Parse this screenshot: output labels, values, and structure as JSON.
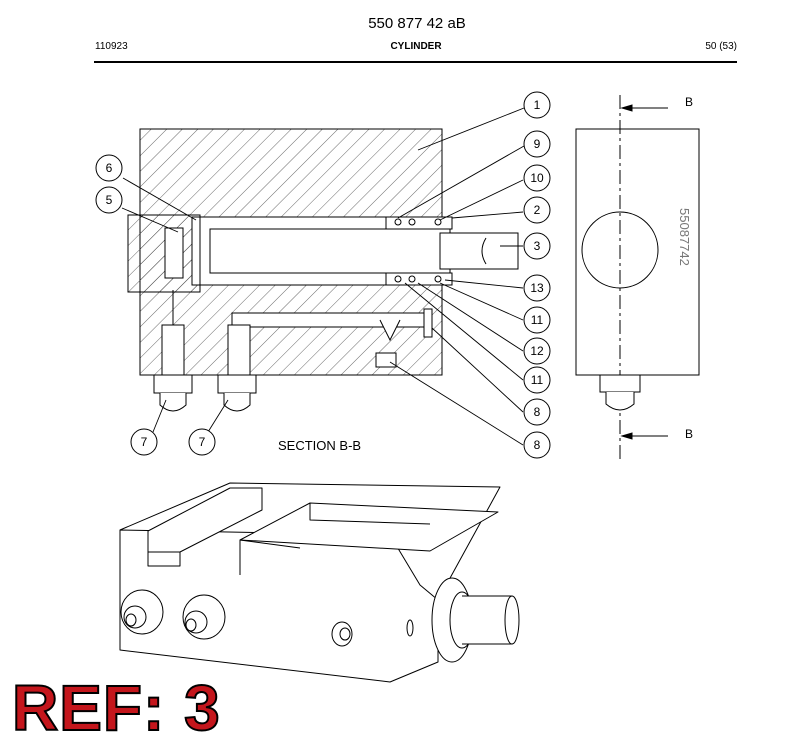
{
  "document": {
    "title": "550 877 42 aB",
    "date_code": "110923",
    "section": "CYLINDER",
    "page": "50 (53)"
  },
  "drawing": {
    "section_label": "SECTION B-B",
    "cut_label_top": "B",
    "cut_label_bottom": "B",
    "part_stamp": "55087742",
    "callouts": {
      "c1": "1",
      "c2": "2",
      "c3": "3",
      "c5": "5",
      "c6": "6",
      "c7a": "7",
      "c7b": "7",
      "c8a": "8",
      "c8b": "8",
      "c9": "9",
      "c10": "10",
      "c11a": "11",
      "c11b": "11",
      "c12": "12",
      "c13": "13"
    }
  },
  "ref_label": "REF: 3",
  "colors": {
    "ref_text": "#c4161c",
    "line": "#000000"
  }
}
